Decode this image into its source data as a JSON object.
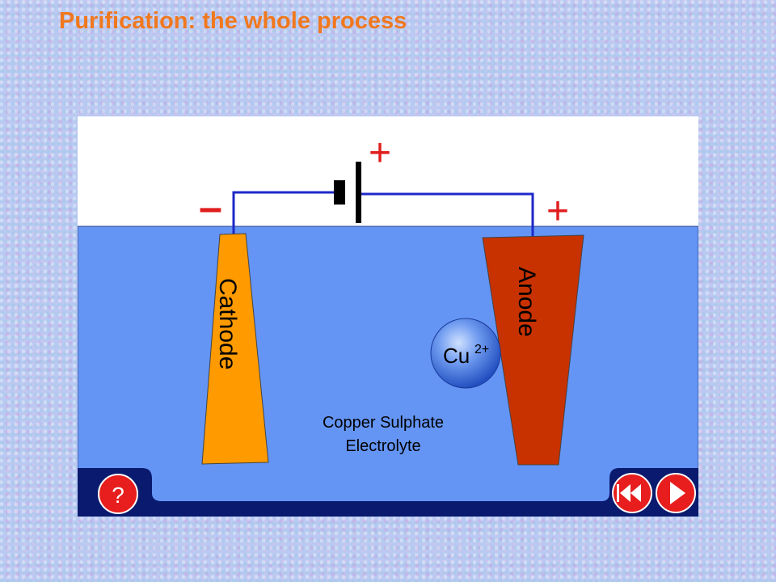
{
  "page": {
    "title": "Purification: the whole process"
  },
  "diagram": {
    "cathode_label": "Cathode",
    "anode_label": "Anode",
    "ion_label": "Cu",
    "ion_charge": "2+",
    "electrolyte_line1": "Copper Sulphate",
    "electrolyte_line2": "Electrolyte",
    "negative_sign": "–",
    "positive_sign_battery": "+",
    "positive_sign_anode": "+"
  },
  "controls": {
    "help_label": "?",
    "rewind_icon": "rewind-icon",
    "play_icon": "play-icon"
  },
  "colors": {
    "title": "#f0781e",
    "electrolyte": "#6495f5",
    "cathode": "#ff9a00",
    "anode": "#c83200",
    "wire": "#1e28c8",
    "sign": "#e01e1e",
    "button": "#e81e1e",
    "ion": "#3a6fd8"
  }
}
